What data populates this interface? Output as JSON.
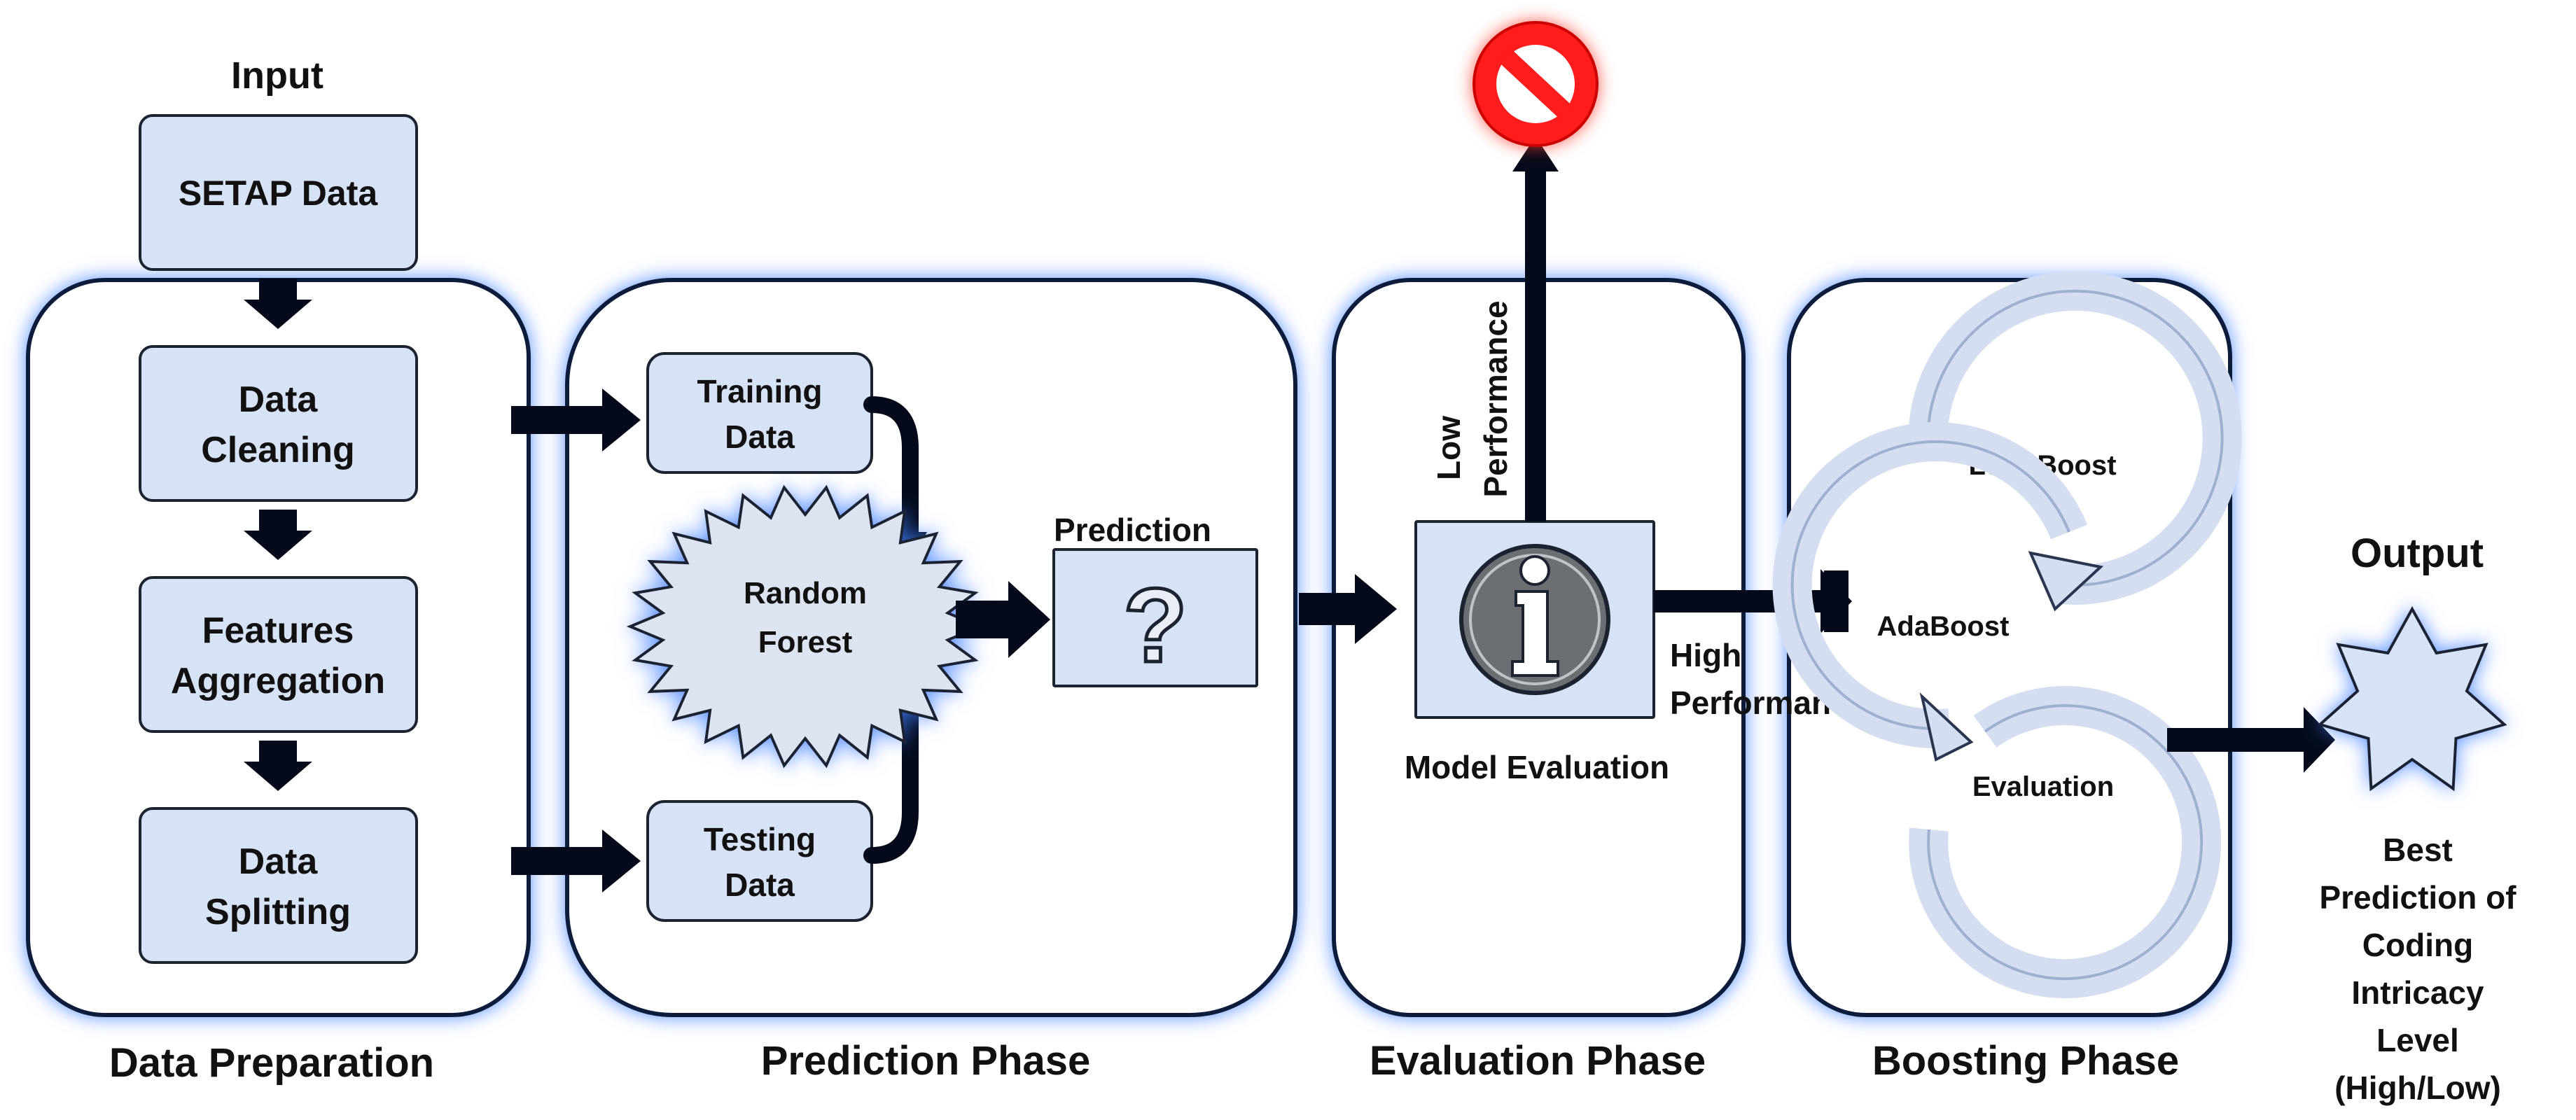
{
  "input": {
    "title": "Input",
    "setap_label": "SETAP Data"
  },
  "data_preparation": {
    "title": "Data Preparation",
    "steps": [
      [
        "Data",
        "Cleaning"
      ],
      [
        "Features",
        "Aggregation"
      ],
      [
        "Data",
        "Splitting"
      ]
    ]
  },
  "prediction_phase": {
    "title": "Prediction Phase",
    "training": [
      "Training",
      "Data"
    ],
    "testing": [
      "Testing",
      "Data"
    ],
    "model": [
      "Random",
      "Forest"
    ],
    "prediction_label": "Prediction",
    "prediction_glyph": "?"
  },
  "evaluation_phase": {
    "title": "Evaluation Phase",
    "caption": "Model Evaluation",
    "info_glyph": "i",
    "low": [
      "Low",
      "Performance"
    ],
    "high": [
      "High",
      "Performance"
    ]
  },
  "boosting_phase": {
    "title": "Boosting Phase",
    "cycles": [
      "LogitBoost",
      "AdaBoost",
      "Evaluation"
    ]
  },
  "output": {
    "title": "Output",
    "description": [
      "Best",
      "Prediction of",
      "Coding",
      "Intricacy",
      "Level",
      "(High/Low)"
    ]
  },
  "colors": {
    "box_fill": "#d6e2f5",
    "glow": "#3f7fff",
    "stop_red": "#ff1a1a",
    "arrow": "#050a1a"
  },
  "icons": [
    "stop-icon",
    "info-icon",
    "question-mark-icon",
    "star-burst-icon",
    "cycle-arrow-icon"
  ]
}
